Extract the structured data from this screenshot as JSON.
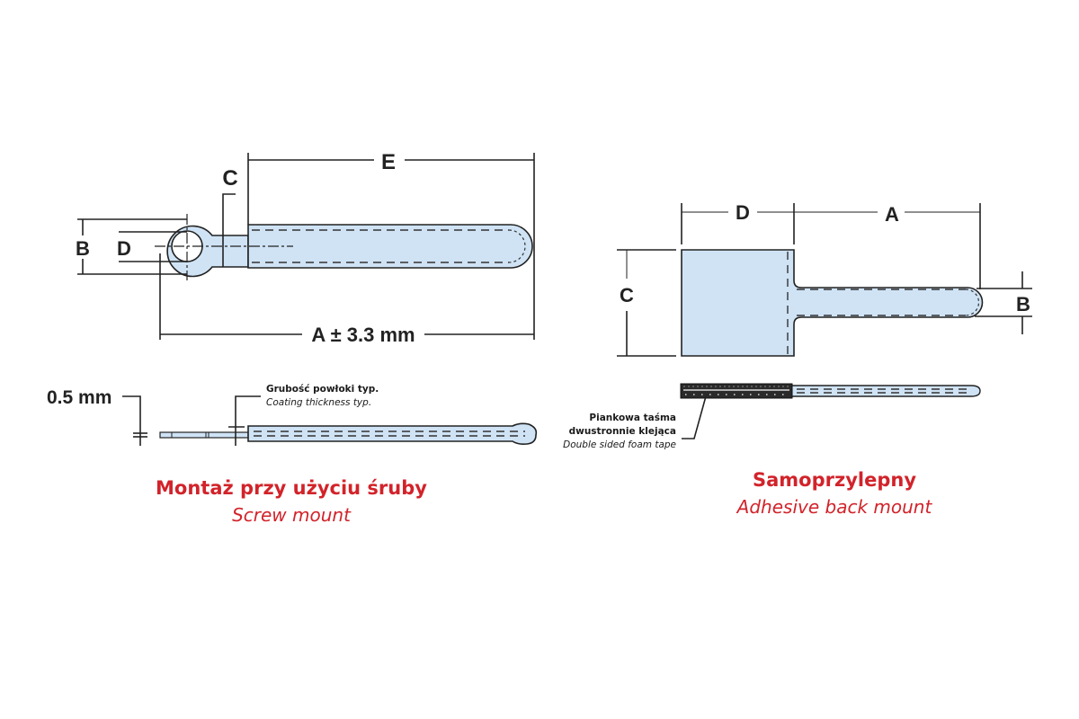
{
  "colors": {
    "fill": "#cfe3f5",
    "line": "#222222",
    "caption": "#d2232a",
    "tape": "#2a2a2a"
  },
  "screw_mount": {
    "dim_E": "E",
    "dim_C": "C",
    "dim_B": "B",
    "dim_D": "D",
    "dim_A": "A ± 3.3 mm",
    "thickness_label": "0.5 mm",
    "coating_note_pl": "Grubość powłoki typ.",
    "coating_note_en": "Coating thickness typ.",
    "caption_pl": "Montaż przy użyciu śruby",
    "caption_en": "Screw mount"
  },
  "adhesive_mount": {
    "dim_D": "D",
    "dim_A": "A",
    "dim_C": "C",
    "dim_B": "B",
    "tape_note_pl_1": "Piankowa taśma",
    "tape_note_pl_2": "dwustronnie klejąca",
    "tape_note_en": "Double sided foam tape",
    "caption_pl": "Samoprzylepny",
    "caption_en": "Adhesive back mount"
  }
}
